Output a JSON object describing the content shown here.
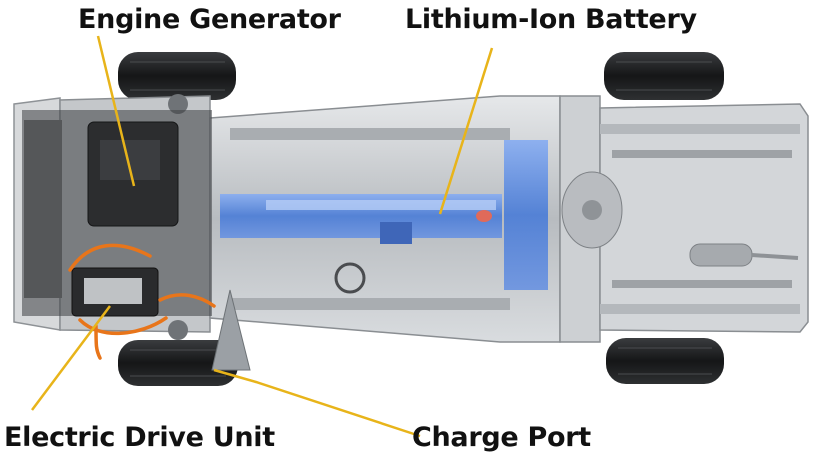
{
  "labels": {
    "engine_generator": "Engine Generator",
    "lithium_ion_battery": "Lithium-Ion Battery",
    "electric_drive_unit": "Electric Drive Unit",
    "charge_port": "Charge Port"
  },
  "colors": {
    "leader_line": "#e8b41a",
    "battery": "#4f7fd6",
    "chassis": "#c9cccf",
    "tire": "#202224",
    "orange_cable": "#e8751a",
    "label_text": "#111111"
  }
}
